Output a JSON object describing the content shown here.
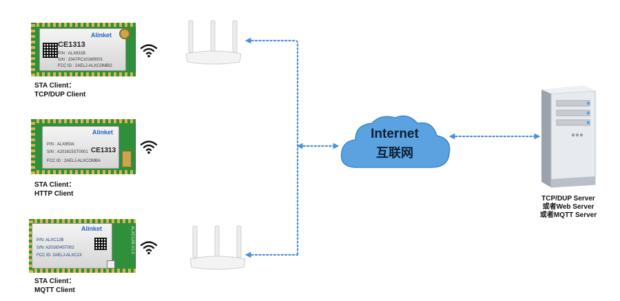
{
  "colors": {
    "link": "#4a90d9",
    "cloud": "#5aa3e0",
    "pcb": "#2f8f3a",
    "brand": "#1e63c0"
  },
  "clients": [
    {
      "label_line1": "STA Client：",
      "label_line2": "TCP/DUP Client",
      "brand": "Alinket",
      "ce": "CE1313",
      "pn": "P/N : ALX831B",
      "sn": "S/N : 2047PC101M0001",
      "fcc": "FCC ID : 2AELJ-ALXCOMBO"
    },
    {
      "label_line1": "STA Client：",
      "label_line2": "HTTP Client",
      "brand": "Alinket",
      "ce": "CE1313",
      "pn": "P/N : ALX850A",
      "sn": "S/N : A201615ST0001",
      "fcc": "FCC ID : 2AELJ-ALXCOMBA"
    },
    {
      "label_line1": "STA Client：",
      "label_line2": "MQTT Client",
      "brand": "Alinket",
      "pn": "P/N: ALXC12B",
      "sn": "S/N: A201604ST002",
      "fcc": "FCC ID: 2AELJ-ALXC1X",
      "edge": "ALXC12B-V1.0"
    }
  ],
  "internet": {
    "line1": "Internet",
    "line2": "互联网"
  },
  "server": {
    "line1": "TCP/DUP Server",
    "line2": "或者Web Server",
    "line3": "或者MQTT Server"
  },
  "icons": [
    "wifi-icon",
    "router-icon",
    "server-icon",
    "cloud-icon"
  ]
}
